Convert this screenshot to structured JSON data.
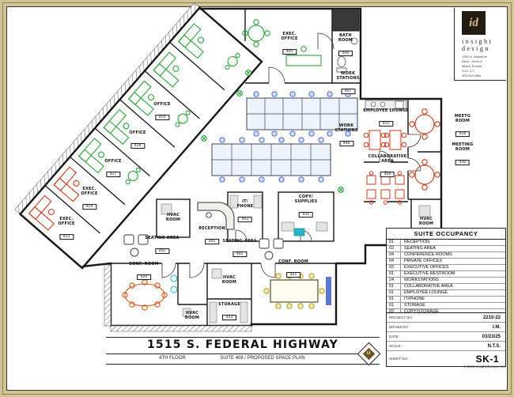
{
  "sheet": {
    "title": "1515 S. FEDERAL HIGHWAY",
    "floor_label": "4TH FLOOR",
    "plan_label": "SUITE 408 / PROPOSED SPACE PLAN",
    "sheet_no": "SK-1",
    "copyright": "© 2023 Insight Design, Inc."
  },
  "logo": {
    "mark": "id",
    "firm_line1": "insight",
    "firm_line2": "design",
    "address": [
      "1900 N. Bayshore",
      "Drive - #204-A",
      "Miami, Florida",
      "3 3 1 3 2",
      "305.343.4964"
    ]
  },
  "occupancy": {
    "title": "SUITE OCCUPANCY",
    "rows": [
      {
        "qty": "01",
        "name": "RECEPTION"
      },
      {
        "qty": "02",
        "name": "SEATING AREA"
      },
      {
        "qty": "04",
        "name": "CONFERENCE ROOMS"
      },
      {
        "qty": "04",
        "name": "PRIVATE OFFICES"
      },
      {
        "qty": "03",
        "name": "EXECUTIVE OFFICES"
      },
      {
        "qty": "01",
        "name": "EXECUTIVE RESTROOM"
      },
      {
        "qty": "24",
        "name": "WORKSTATIONS"
      },
      {
        "qty": "01",
        "name": "COLLABORATIVE AREA"
      },
      {
        "qty": "01",
        "name": "EMPLOYEE LOUNGE"
      },
      {
        "qty": "01",
        "name": "IT/PHONE"
      },
      {
        "qty": "01",
        "name": "STORAGE"
      },
      {
        "qty": "02",
        "name": "COPY/STORAGE"
      }
    ]
  },
  "project": {
    "labels": {
      "project_no": "PROJECT NO:",
      "drawn_by": "DRAWN BY:",
      "date": "DATE:",
      "scale": "SCALE:",
      "sheet": "SHEET NO:"
    },
    "project_no": "2210-22",
    "drawn_by": "I.M.",
    "date": "03/23/25",
    "scale": "N.T.S."
  },
  "rooms": {
    "exec_office_405": {
      "name": "EXEC.\nOFFICE",
      "tag": "405"
    },
    "bath_room": {
      "name": "BATH\nROOM",
      "tag": "406"
    },
    "work_stations_a": {
      "name": "WORK\nSTATIONS",
      "tag": "407"
    },
    "work_stations_b": {
      "name": "WORK\nSTATIONS",
      "tag": "408"
    },
    "employee_lounge": {
      "name": "EMPLOYEE LOUNGE",
      "tag": "415"
    },
    "meetg_room": {
      "name": "MEETG\nROOM",
      "tag": "416"
    },
    "meeting_room": {
      "name": "MEETING\nROOM",
      "tag": "410"
    },
    "collaborative_area": {
      "name": "COLLABORATIVE\nAREA",
      "tag": "409"
    },
    "hvac_right": {
      "name": "HVAC\nROOM"
    },
    "hvac_center": {
      "name": "HVAC\nROOM"
    },
    "hvac_bottom": {
      "name": "HVAC\nROOM"
    },
    "hvac_small": {
      "name": "HVAC\nROOM"
    },
    "it_phone": {
      "name": "IT/\nPHONE",
      "tag": "403"
    },
    "copy_supplies": {
      "name": "COPY/\nSUPPLIES",
      "tag": "411"
    },
    "reception": {
      "name": "RECEPTION",
      "tag": "401"
    },
    "seating_left": {
      "name": "SEATING AREA",
      "tag": "402"
    },
    "seating_right": {
      "name": "SEATING AREA",
      "tag": "402"
    },
    "conf_room_420": {
      "name": "CONF. ROOM",
      "tag": "420"
    },
    "conf_room_421": {
      "name": "CONF. ROOM",
      "tag": "421"
    },
    "storage": {
      "name": "STORAGE",
      "tag": "423"
    },
    "exec_office_413": {
      "name": "EXEC.\nOFFICE",
      "tag": "413"
    },
    "exec_office_414": {
      "name": "EXEC.\nOFFICE",
      "tag": "414"
    },
    "office_417": {
      "name": "OFFICE",
      "tag": "417"
    },
    "office_418": {
      "name": "OFFICE",
      "tag": "418"
    },
    "office_419": {
      "name": "OFFICE",
      "tag": "419"
    }
  },
  "colors": {
    "paper_margin": "#d2c493",
    "wall": "#161616",
    "office_green": "#2e9e3a",
    "workstation_blue": "#3b5fc4",
    "meeting_red": "#c3391c",
    "conference_orange": "#cf5a1e",
    "conference_yellow": "#b3a01c",
    "accent_cyan": "#2ab6c9"
  }
}
